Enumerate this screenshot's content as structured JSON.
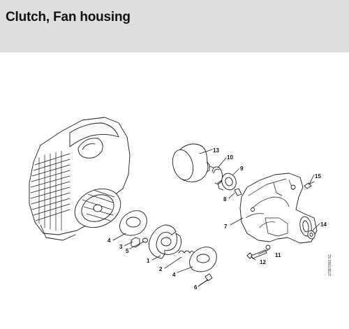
{
  "header": {
    "title": "Clutch, Fan housing"
  },
  "callouts": {
    "p1": "1",
    "p2": "2",
    "p3": "3",
    "p4a": "4",
    "p4b": "4",
    "p5": "5",
    "p6": "6",
    "p7": "7",
    "p8": "8",
    "p9": "9",
    "p10": "10",
    "p11": "11",
    "p12": "12",
    "p13": "13",
    "p14": "14",
    "p15": "15"
  },
  "drawing_code": "273ET002 SC",
  "colors": {
    "header_bg": "#dedede",
    "line": "#1a1a1a",
    "fill": "#ffffff"
  }
}
